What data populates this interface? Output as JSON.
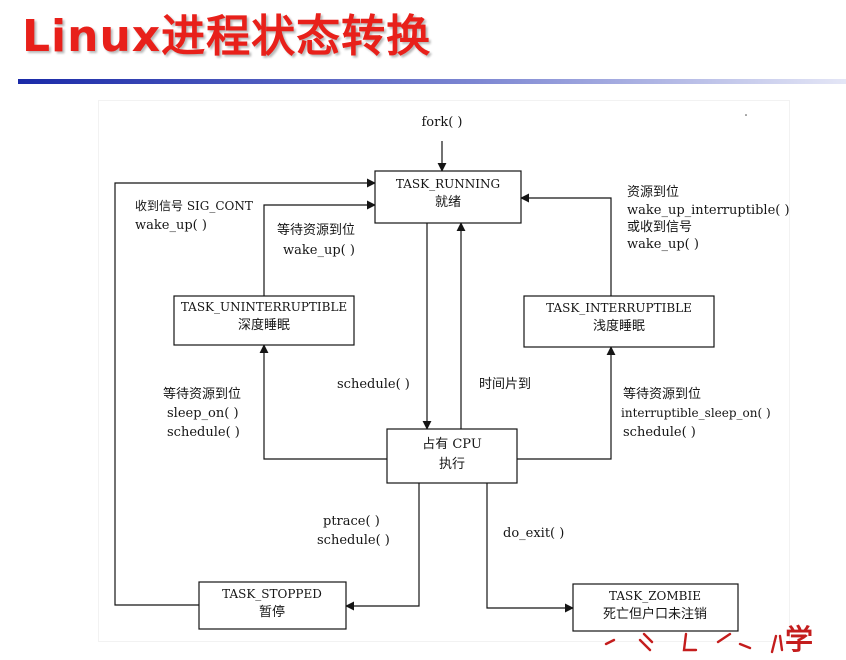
{
  "title": "Linux进程状态转换",
  "states": {
    "running": {
      "name": "TASK_RUNNING",
      "desc": "就绪"
    },
    "uninterruptible": {
      "name": "TASK_UNINTERRUPTIBLE",
      "desc": "深度睡眠"
    },
    "interruptible": {
      "name": "TASK_INTERRUPTIBLE",
      "desc": "浅度睡眠"
    },
    "cpu": {
      "name": "占有 CPU",
      "desc": "执行"
    },
    "stopped": {
      "name": "TASK_STOPPED",
      "desc": "暂停"
    },
    "zombie": {
      "name": "TASK_ZOMBIE",
      "desc": "死亡但户口未注销"
    }
  },
  "labels": {
    "fork": "fork( )",
    "sigcont_1": "收到信号 SIG_CONT",
    "sigcont_2": "wake_up( )",
    "unint_wake_1": "等待资源到位",
    "unint_wake_2": "wake_up( )",
    "int_wake_1": "资源到位",
    "int_wake_2": "wake_up_interruptible( )",
    "int_wake_3": "或收到信号",
    "int_wake_4": "wake_up( )",
    "schedule": "schedule( )",
    "timeslice": "时间片到",
    "sleep_1": "等待资源到位",
    "sleep_2": "sleep_on( )",
    "sleep_3": "schedule( )",
    "isleep_1": "等待资源到位",
    "isleep_2": "interruptible_sleep_on( )",
    "isleep_3": "schedule( )",
    "ptrace_1": "ptrace( )",
    "ptrace_2": "schedule( )",
    "exit": "do_exit( )"
  },
  "footer_glyph": "学",
  "colors": {
    "title": "#e8201a",
    "rule_start": "#1a2aa8",
    "ink": "#151515",
    "footer": "#c41d1d"
  }
}
